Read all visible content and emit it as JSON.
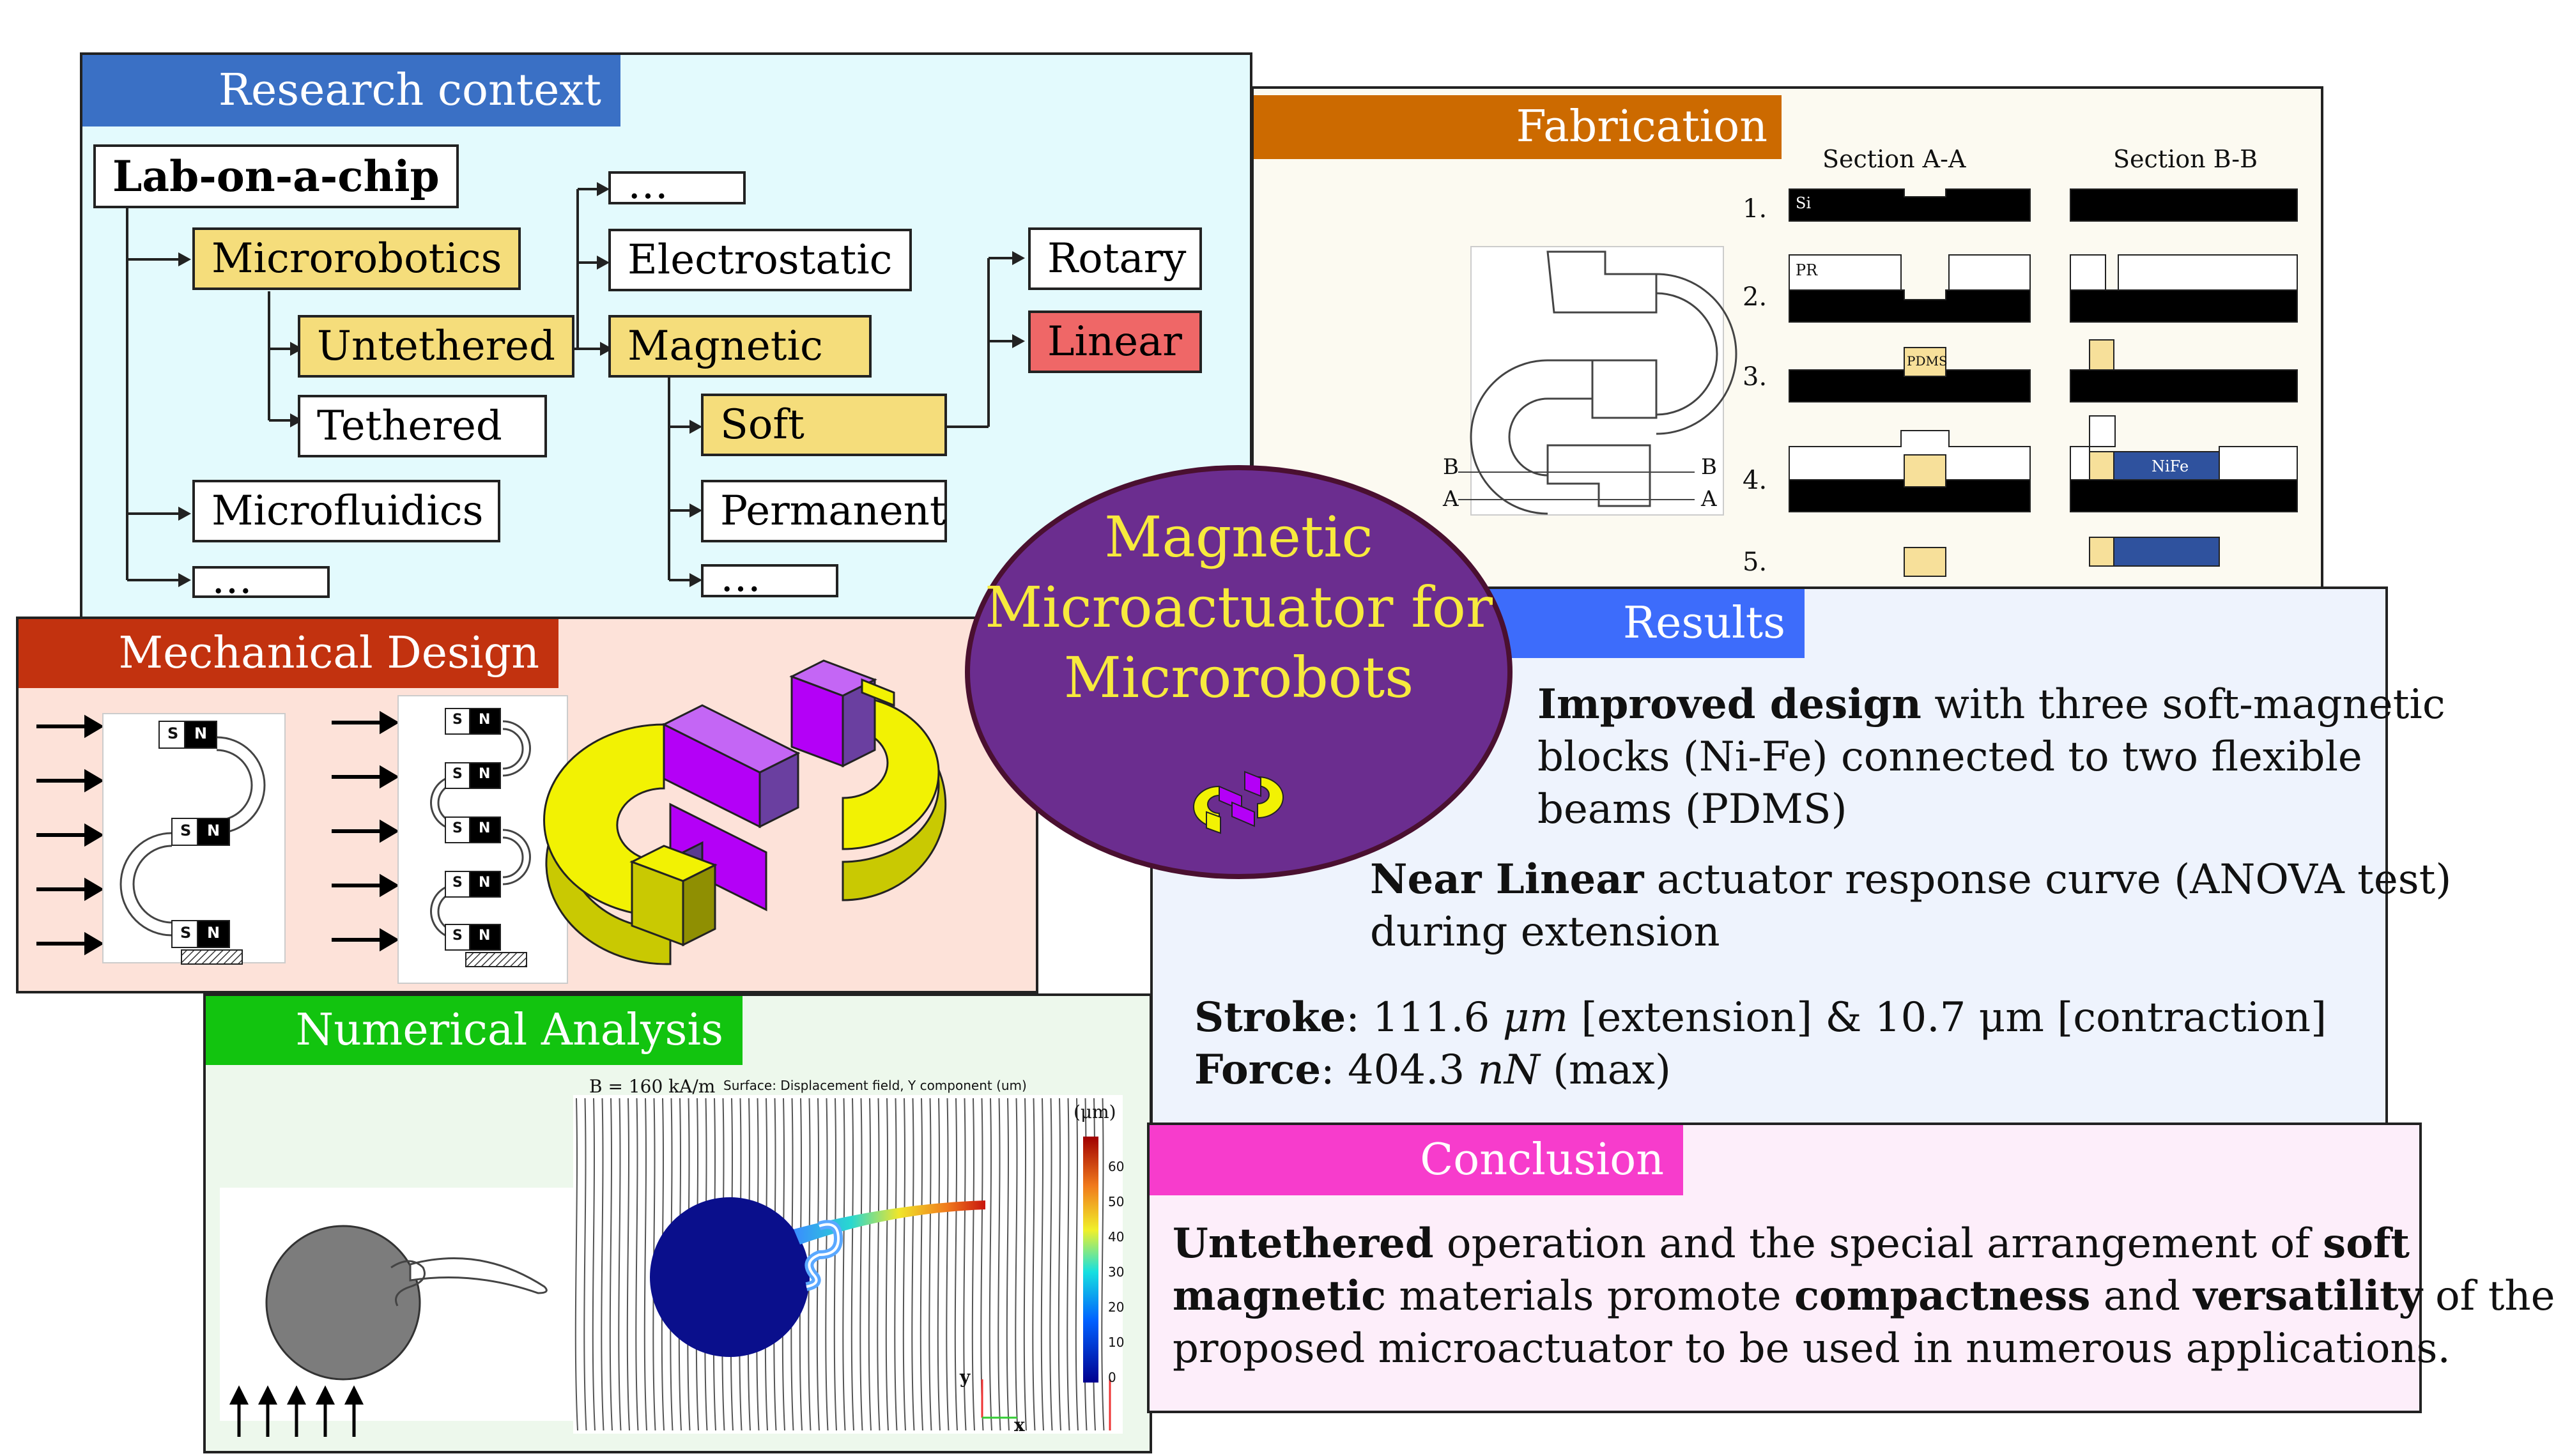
{
  "colors": {
    "context_bg": "#e3fafd",
    "context_hdr": "#3a70c5",
    "fab_bg": "#fcfaf1",
    "fab_hdr": "#cc6a00",
    "mech_bg": "#fde2d9",
    "mech_hdr": "#c2320f",
    "num_bg": "#edf8ec",
    "num_hdr": "#12c40f",
    "results_bg": "#eef3fd",
    "results_hdr": "#3d6cfb",
    "concl_bg": "#fdeefa",
    "concl_hdr": "#f73ccc",
    "center_fill": "#6b2d8f",
    "center_text": "#f7ea3d",
    "magnet_yellow": "#f2f203",
    "magnet_purple": "#b400f7",
    "red_box": "#ef6767",
    "yellow_box": "#f5dd7b",
    "pdms": "#f7e09a",
    "nife": "#2f529e"
  },
  "center": {
    "line1": "Magnetic",
    "line2": "Microactuator for",
    "line3": "Microrobots"
  },
  "context": {
    "header": "Research context",
    "lab_on_chip": "Lab-on-a-chip",
    "microrobotics": "Microrobotics",
    "untethered": "Untethered",
    "tethered": "Tethered",
    "microfluidics": "Microfluidics",
    "ellipsis": "…",
    "electrostatic": "Electrostatic",
    "magnetic": "Magnetic",
    "soft": "Soft",
    "permanent": "Permanent",
    "rotary": "Rotary",
    "linear": "Linear"
  },
  "fabrication": {
    "header": "Fabrication",
    "section_aa": "Section A-A",
    "section_bb": "Section B-B",
    "steps": [
      "1.",
      "2.",
      "3.",
      "4.",
      "5."
    ],
    "labels": {
      "si": "Si",
      "pr": "PR",
      "pdms": "PDMS",
      "nife": "NiFe",
      "a": "A",
      "b": "B"
    }
  },
  "mechanical": {
    "header": "Mechanical Design",
    "s": "S",
    "n": "N"
  },
  "numerical": {
    "header": "Numerical Analysis",
    "field": "B = 160 kA/m",
    "surface": "Surface: Displacement field, Y component (um)",
    "unit": "(μm)",
    "ticks": [
      "60",
      "50",
      "40",
      "30",
      "20",
      "10",
      "0"
    ],
    "axis_y": "y",
    "axis_x": "x"
  },
  "results": {
    "header": "Results",
    "p1_bold": "Improved design",
    "p1_l1": " with three soft-magnetic",
    "p1_l2": "blocks (Ni-Fe) connected to two flexible",
    "p1_l3": "beams (PDMS)",
    "p2_bold": "Near Linear",
    "p2_l1": " actuator response curve (ANOVA test)",
    "p2_l2": "during extension",
    "stroke_label": "Stroke",
    "stroke_val1": ": 111.6 ",
    "stroke_unit1": "μm",
    "stroke_val2": " [extension] & 10.7 μm [contraction]",
    "force_label": "Force",
    "force_val": ": 404.3 ",
    "force_unit": "nN",
    "force_tail": " (max)"
  },
  "conclusion": {
    "header": "Conclusion",
    "w1": "Untethered",
    "t1": " operation and the special arrangement of ",
    "w2": "soft",
    "w3": "magnetic",
    "t2": " materials promote ",
    "w4": "compactness",
    "t3": " and ",
    "w5": "versatility",
    "t4": " of the",
    "t5": "proposed microactuator to be used in numerous applications."
  }
}
